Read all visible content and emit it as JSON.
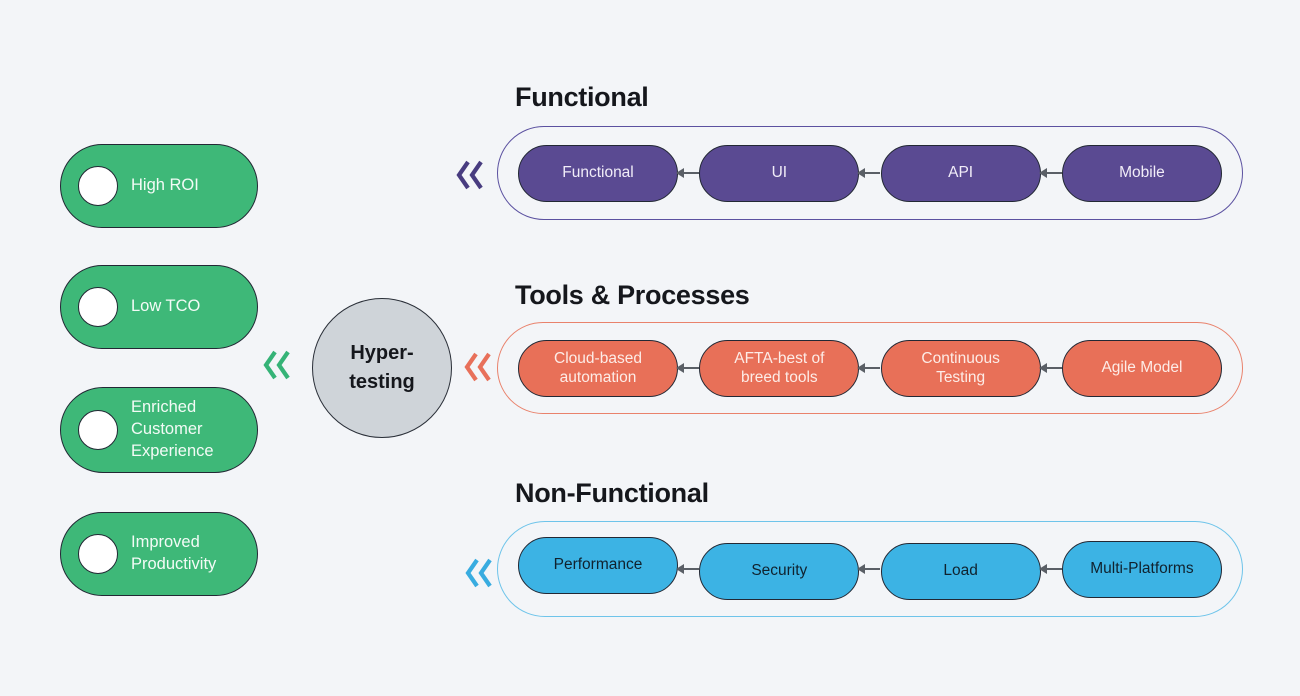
{
  "colors": {
    "background": "#f3f5f8",
    "benefit_green": "#3eb878",
    "functional_purple": "#5a4a92",
    "tools_coral": "#e87058",
    "nonfunctional_blue": "#3cb3e4",
    "hub_gray": "#cfd4d9",
    "outline_dark": "#222834",
    "arrow_gray": "#5a5f66"
  },
  "hub": {
    "label": "Hyper-testing"
  },
  "benefits": [
    {
      "label": "High ROI"
    },
    {
      "label": "Low TCO"
    },
    {
      "label": "Enriched Customer Experience"
    },
    {
      "label": "Improved Productivity"
    }
  ],
  "sections": [
    {
      "title": "Functional",
      "items": [
        "Functional",
        "UI",
        "API",
        "Mobile"
      ]
    },
    {
      "title": "Tools & Processes",
      "items": [
        "Cloud-based automation",
        "AFTA-best of breed tools",
        "Continuous Testing",
        "Agile Model"
      ]
    },
    {
      "title": "Non-Functional",
      "items": [
        "Performance",
        "Security",
        "Load",
        "Multi-Platforms"
      ]
    }
  ]
}
